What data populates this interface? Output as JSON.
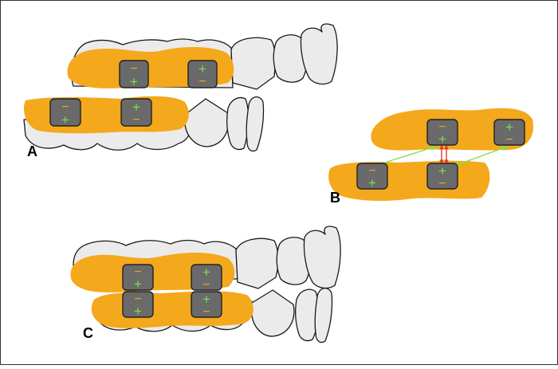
{
  "panels": [
    {
      "id": "A",
      "label": "A"
    },
    {
      "id": "B",
      "label": "B"
    },
    {
      "id": "C",
      "label": "C"
    }
  ],
  "magnet_signs": {
    "plus": "+",
    "minus": "−"
  },
  "colors": {
    "splint": "#f4a81c",
    "tooth": "#ebebeb",
    "magnet": "#6a6a6a",
    "plus": "#7be34a",
    "minus": "#f4a81c",
    "attraction_arrow": "#7be34a",
    "repulsion_arrow": "#e03a2a",
    "frame": "#333333"
  },
  "icons": {
    "magnet": "magnet-block-icon",
    "attraction": "double-headed-arrow-icon",
    "repulsion": "double-headed-arrow-icon"
  }
}
